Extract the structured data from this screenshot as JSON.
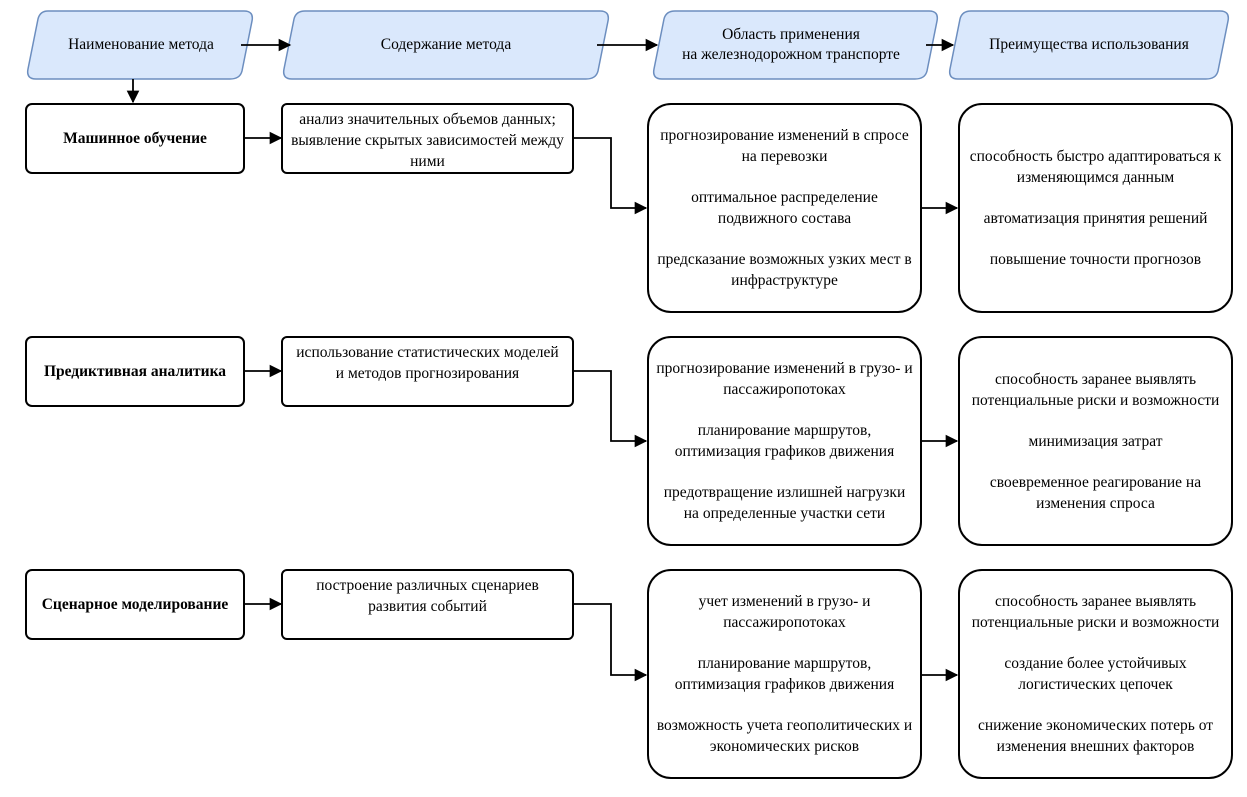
{
  "headers": [
    "Наименование метода",
    "Содержание метода",
    "Область применения\nна железнодорожном транспорте",
    "Преимущества использования"
  ],
  "rows": [
    {
      "method": "Машинное обучение",
      "content": "анализ значительных объемов данных; выявление скрытых зависимостей между ними",
      "applications": [
        "прогнозирование изменений в спросе на перевозки",
        "оптимальное распределение подвижного состава",
        "предсказание возможных узких мест в инфраструктуре"
      ],
      "advantages": [
        "способность быстро адаптироваться к изменяющимся данным",
        "автоматизация принятия решений",
        "повышение точности прогнозов"
      ]
    },
    {
      "method": "Предиктивная аналитика",
      "content": "использование статистических моделей и методов прогнозирования",
      "applications": [
        "прогнозирование изменений в грузо- и пассажиропотоках",
        "планирование маршрутов, оптимизация графиков движения",
        "предотвращение излишней нагрузки на определенные участки сети"
      ],
      "advantages": [
        "способность заранее выявлять потенциальные риски и возможности",
        "минимизация затрат",
        "своевременное реагирование на изменения спроса"
      ]
    },
    {
      "method": "Сценарное моделирование",
      "content": "построение различных сценариев развития событий",
      "applications": [
        "учет изменений в грузо- и пассажиропотоках",
        "планирование маршрутов, оптимизация графиков движения",
        "возможность учета геополитических и экономических рисков"
      ],
      "advantages": [
        "способность заранее выявлять потенциальные риски и возможности",
        "создание более устойчивых логистических цепочек",
        "снижение экономических потерь от изменения внешних факторов"
      ]
    }
  ],
  "colors": {
    "header_fill": "#dae8fc",
    "header_stroke": "#6c8ebf",
    "stroke": "#000000",
    "fill": "#ffffff"
  }
}
